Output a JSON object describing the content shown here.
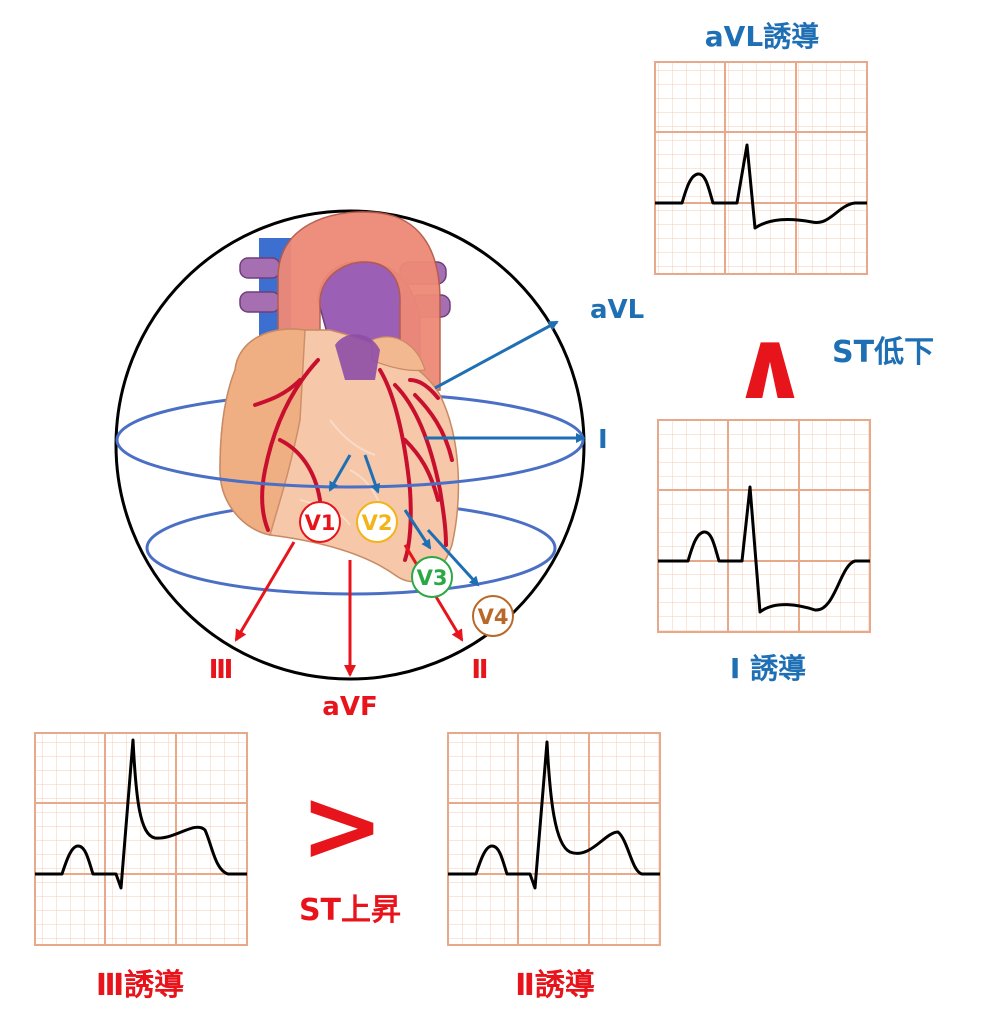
{
  "colors": {
    "blue_label": "#1f6fb5",
    "red_label": "#e8141c",
    "plane": "#4a6fc4",
    "grid_minor": "#f5cdb6",
    "grid_major": "#e7a98a",
    "trace": "#000000",
    "v1": "#e8141c",
    "v2": "#f2b418",
    "v3": "#2aa845",
    "v4": "#b8692a"
  },
  "leads": {
    "avl": "aVL",
    "i": "Ⅰ",
    "iii": "Ⅲ",
    "avf": "aVF",
    "ii": "Ⅱ"
  },
  "precordial": [
    "V1",
    "V2",
    "V3",
    "V4"
  ],
  "ecg_titles": {
    "avl": "aVL誘導",
    "i": "Ⅰ 誘導",
    "iii": "Ⅲ誘導",
    "ii": "Ⅱ誘導"
  },
  "comparisons": {
    "depression_symbol": "∧",
    "depression_label": "ST低下",
    "elevation_symbol": ">",
    "elevation_label": "ST上昇"
  },
  "icons": {
    "heart": "heart-anatomy-icon"
  }
}
